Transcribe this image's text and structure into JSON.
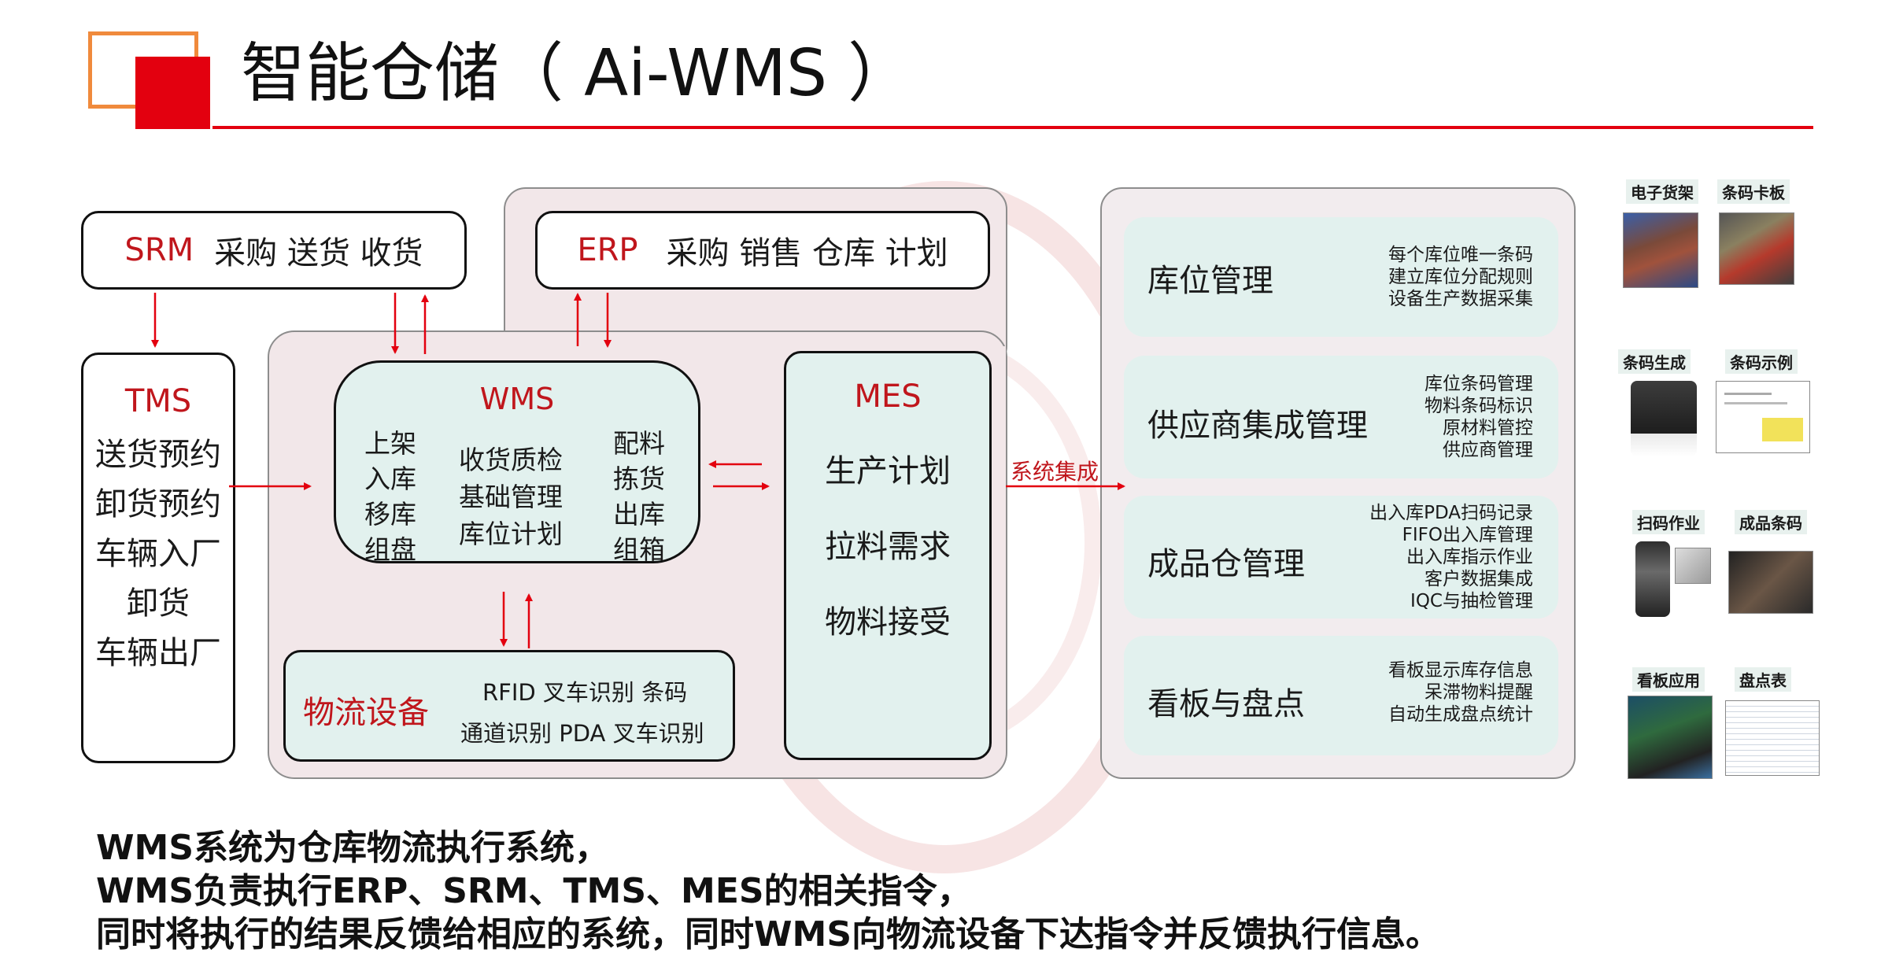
{
  "title": "智能仓储（ Ai-WMS ）",
  "srm": {
    "label": "SRM",
    "items": "采购  送货  收货"
  },
  "erp": {
    "label": "ERP",
    "items": "采购  销售  仓库  计划"
  },
  "tms": {
    "label": "TMS",
    "lines": [
      "送货预约",
      "卸货预约",
      "车辆入厂",
      "卸货",
      "车辆出厂"
    ]
  },
  "wms": {
    "label": "WMS",
    "col1": [
      "上架",
      "入库",
      "移库",
      "组盘"
    ],
    "col2": [
      "收货质检",
      "基础管理",
      "库位计划"
    ],
    "col3": [
      "配料",
      "拣货",
      "出库",
      "组箱"
    ]
  },
  "mes": {
    "label": "MES",
    "lines": [
      "生产计划",
      "拉料需求",
      "物料接受"
    ]
  },
  "equipment": {
    "label": "物流设备",
    "line1": "RFID  叉车识别  条码",
    "line2": "通道识别  PDA  叉车识别"
  },
  "integration_label": "系统集成",
  "modules": [
    {
      "name": "库位管理",
      "desc": [
        "每个库位唯一条码",
        "建立库位分配规则",
        "设备生产数据采集"
      ]
    },
    {
      "name": "供应商集成管理",
      "desc": [
        "库位条码管理",
        "物料条码标识",
        "原材料管控",
        "供应商管理"
      ]
    },
    {
      "name": "成品仓管理",
      "desc": [
        "出入库PDA扫码记录",
        "FIFO出入库管理",
        "出入库指示作业",
        "客户数据集成",
        "IQC与抽检管理"
      ]
    },
    {
      "name": "看板与盘点",
      "desc": [
        "看板显示库存信息",
        "呆滞物料提醒",
        "自动生成盘点统计"
      ]
    }
  ],
  "thumbnails": [
    {
      "label": "电子货架",
      "icon": "shelf-photo-icon"
    },
    {
      "label": "条码卡板",
      "icon": "pallet-photo-icon"
    },
    {
      "label": "条码生成",
      "icon": "printer-photo-icon"
    },
    {
      "label": "条码示例",
      "icon": "label-sample-icon"
    },
    {
      "label": "扫码作业",
      "icon": "scanner-photo-icon"
    },
    {
      "label": "成品条码",
      "icon": "carton-photo-icon"
    },
    {
      "label": "看板应用",
      "icon": "board-photo-icon"
    },
    {
      "label": "盘点表",
      "icon": "sheet-photo-icon"
    }
  ],
  "notes": [
    "WMS系统为仓库物流执行系统，",
    "WMS负责执行ERP、SRM、TMS、MES的相关指令，",
    "同时将执行的结果反馈给相应的系统，同时WMS向物流设备下达指令并反馈执行信息。"
  ],
  "colors": {
    "accent": "#e3000f",
    "decor": "#f08a3c",
    "panel": "#f2e7e9",
    "module": "#e2f1ee",
    "label_red": "#c0161c"
  }
}
